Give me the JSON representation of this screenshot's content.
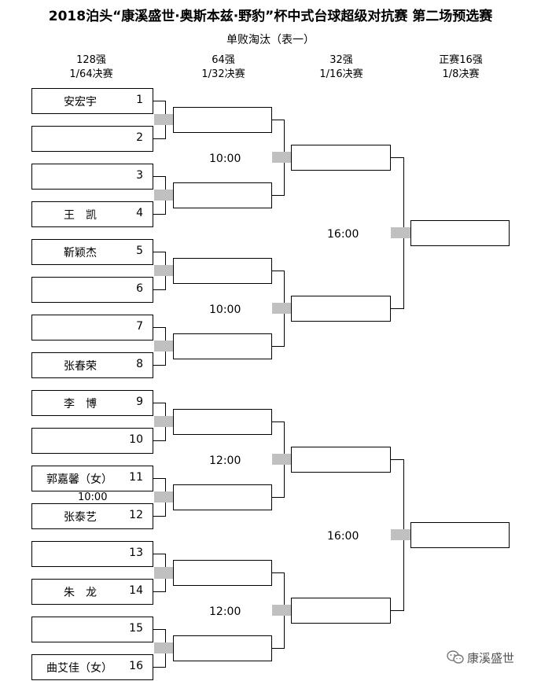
{
  "title": "2018泊头“康溪盛世·奥斯本兹·野豹”杯中式台球超级对抗赛 第二场预选赛",
  "subtitle": "单败淘汰（表一）",
  "columns": [
    {
      "line1": "128强",
      "line2": "1/64决赛"
    },
    {
      "line1": "64强",
      "line2": "1/32决赛"
    },
    {
      "line1": "32强",
      "line2": "1/16决赛"
    },
    {
      "line1": "正赛16强",
      "line2": "1/8决赛"
    }
  ],
  "players": [
    {
      "name": "安宏宇",
      "seed": "1"
    },
    {
      "name": "",
      "seed": "2"
    },
    {
      "name": "",
      "seed": "3"
    },
    {
      "name": "王　凯",
      "seed": "4"
    },
    {
      "name": "靳颖杰",
      "seed": "5"
    },
    {
      "name": "",
      "seed": "6"
    },
    {
      "name": "",
      "seed": "7"
    },
    {
      "name": "张春荣",
      "seed": "8"
    },
    {
      "name": "李　博",
      "seed": "9"
    },
    {
      "name": "",
      "seed": "10"
    },
    {
      "name": "郭嘉馨（女）",
      "seed": "11"
    },
    {
      "name": "张泰艺",
      "seed": "12"
    },
    {
      "name": "",
      "seed": "13"
    },
    {
      "name": "朱　龙",
      "seed": "14"
    },
    {
      "name": "",
      "seed": "15"
    },
    {
      "name": "曲艾佳（女）",
      "seed": "16"
    }
  ],
  "times": {
    "r64_a": "10:00",
    "r64_b": "10:00",
    "r64_c": "12:00",
    "r64_d": "12:00",
    "r32_a": "16:00",
    "r32_b": "16:00",
    "r128_extra": "10:00"
  },
  "watermark": "康溪盛世",
  "icons": {
    "watermark": "wechat-icon"
  }
}
